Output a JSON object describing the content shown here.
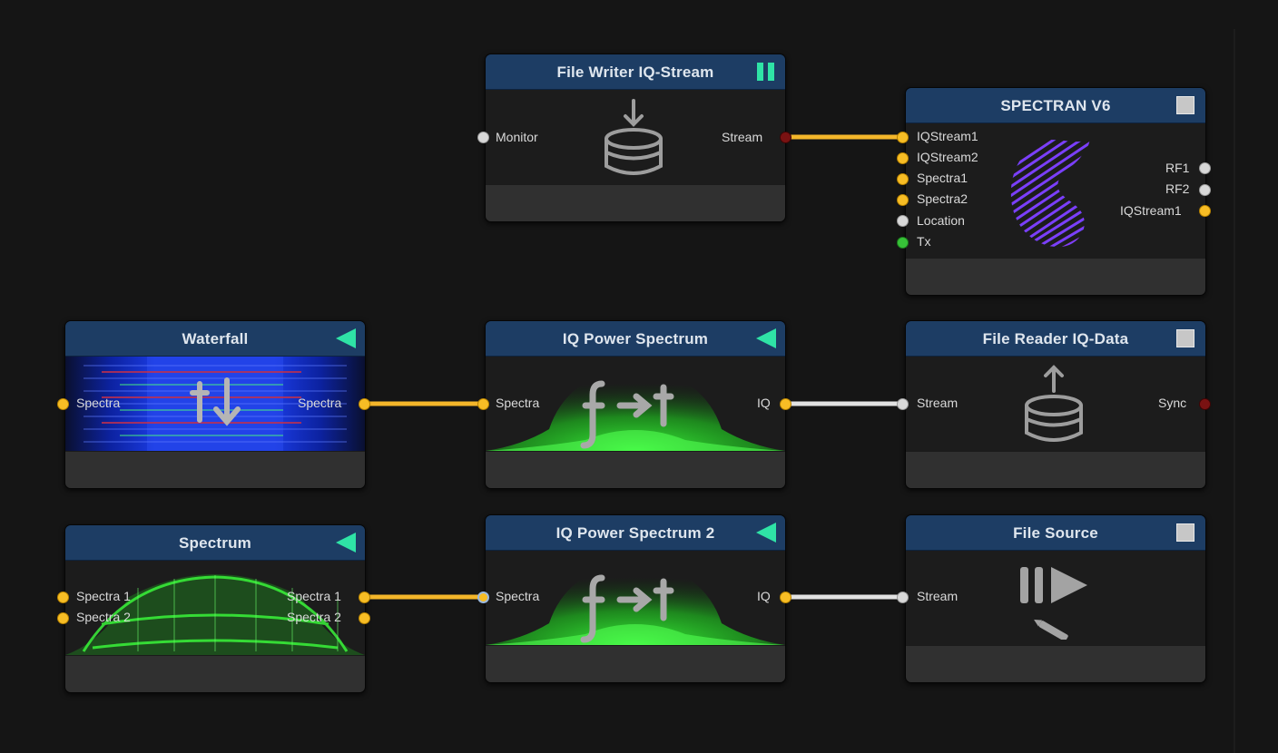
{
  "nodes": {
    "file_writer": {
      "title": "File Writer IQ-Stream",
      "ports": {
        "monitor": "Monitor",
        "stream": "Stream"
      }
    },
    "spectran": {
      "title": "SPECTRAN V6",
      "ports": {
        "iq1": "IQStream1",
        "iq2": "IQStream2",
        "sp1": "Spectra1",
        "sp2": "Spectra2",
        "loc": "Location",
        "tx": "Tx",
        "rf1": "RF1",
        "rf2": "RF2",
        "iqout": "IQStream1"
      }
    },
    "waterfall": {
      "title": "Waterfall",
      "ports": {
        "in": "Spectra",
        "out": "Spectra"
      }
    },
    "iq_power": {
      "title": "IQ Power Spectrum",
      "ports": {
        "spectra": "Spectra",
        "iq": "IQ"
      }
    },
    "file_reader": {
      "title": "File Reader IQ-Data",
      "ports": {
        "stream": "Stream",
        "sync": "Sync"
      }
    },
    "spectrum": {
      "title": "Spectrum",
      "ports": {
        "s1": "Spectra 1",
        "s2": "Spectra 2",
        "o1": "Spectra 1",
        "o2": "Spectra 2"
      }
    },
    "iq_power2": {
      "title": "IQ Power Spectrum 2",
      "ports": {
        "spectra": "Spectra",
        "iq": "IQ"
      }
    },
    "file_source": {
      "title": "File Source",
      "ports": {
        "stream": "Stream"
      }
    }
  },
  "colors": {
    "header": "#1d3d64",
    "accent": "#2fe3a6",
    "wire_yellow": "#f4b62a",
    "wire_white": "#e2e2e2",
    "port_yellow": "#f7bd25"
  },
  "icons": {
    "running": "play-icon",
    "stopped": "stop-square-icon",
    "paused": "pause-icon"
  }
}
